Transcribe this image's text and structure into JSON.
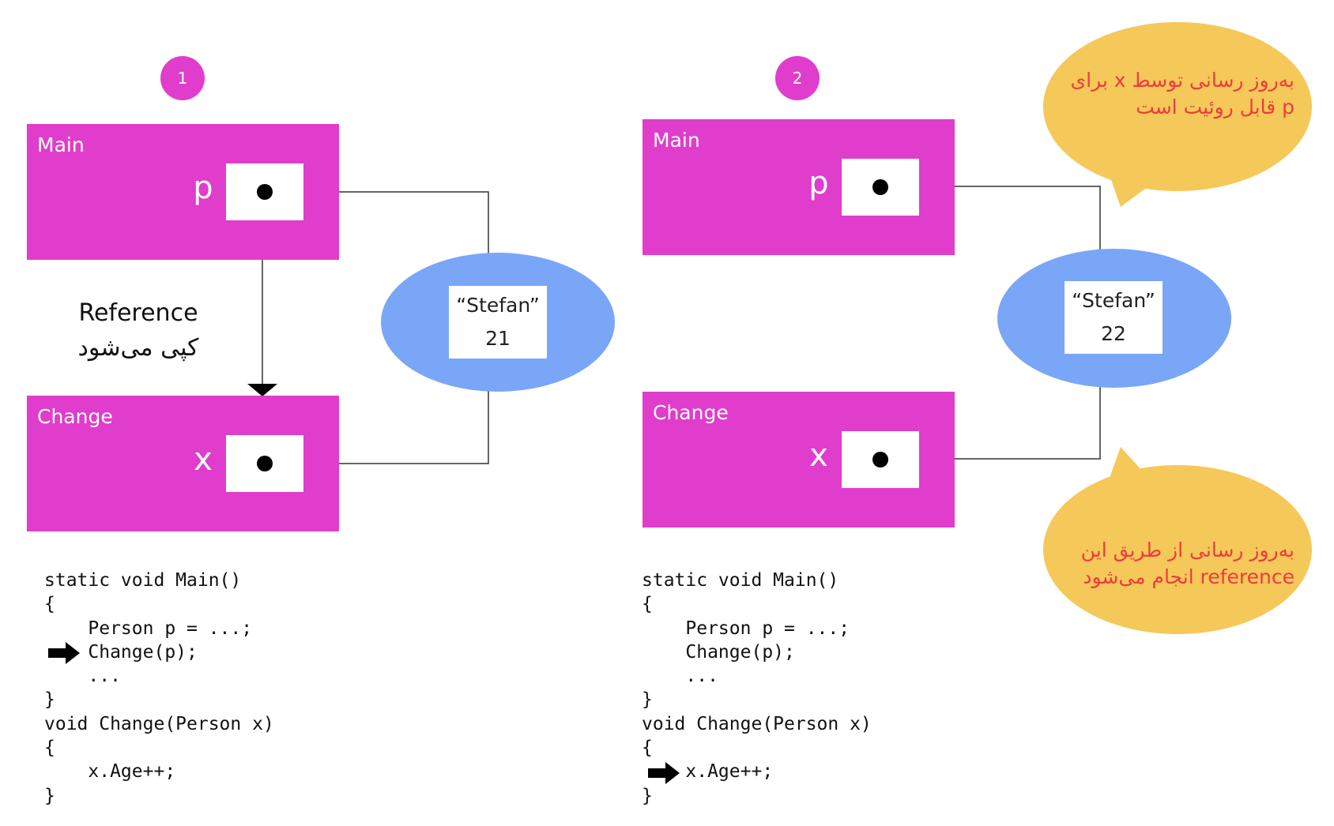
{
  "panels": [
    {
      "step": "1",
      "frames": {
        "main": {
          "title": "Main",
          "var": "p"
        },
        "change": {
          "title": "Change",
          "var": "x"
        }
      },
      "heap": {
        "name": "“Stefan”",
        "age": "21"
      },
      "caption": [
        "Reference",
        "کپی می‌شود"
      ],
      "code": [
        "static void Main()",
        "{",
        "    Person p = ...;",
        "    Change(p);",
        "    ...",
        "}",
        "void Change(Person x)",
        "{",
        "    x.Age++;",
        "}"
      ],
      "current_line": 3
    },
    {
      "step": "2",
      "frames": {
        "main": {
          "title": "Main",
          "var": "p"
        },
        "change": {
          "title": "Change",
          "var": "x"
        }
      },
      "heap": {
        "name": "“Stefan”",
        "age": "22"
      },
      "code": [
        "static void Main()",
        "{",
        "    Person p = ...;",
        "    Change(p);",
        "    ...",
        "}",
        "void Change(Person x)",
        "{",
        "    x.Age++;",
        "}"
      ],
      "current_line": 8,
      "callouts": {
        "top": [
          "به‌روز رسانی توسط x برای",
          "p قابل روئیت است"
        ],
        "bottom": [
          "به‌روز رسانی از طریق این",
          "reference انجام می‌شود"
        ]
      }
    }
  ],
  "colors": {
    "frame": "#e03dcc",
    "heap": "#7aa6f7",
    "callout": "#f5c85a",
    "callout_text": "#f03b3b"
  },
  "icons": {
    "execution_pointer": "right-arrow-icon"
  }
}
